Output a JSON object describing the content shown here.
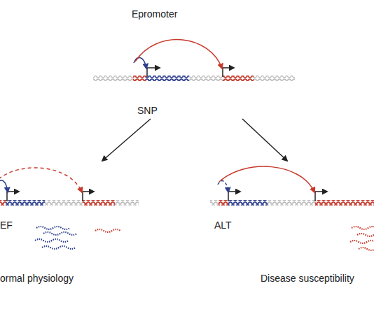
{
  "diagram": {
    "labels": [
      "Epromoter",
      "SNP",
      "EF",
      "ALT",
      "ormal physiology",
      "Disease susceptibility"
    ]
  }
}
